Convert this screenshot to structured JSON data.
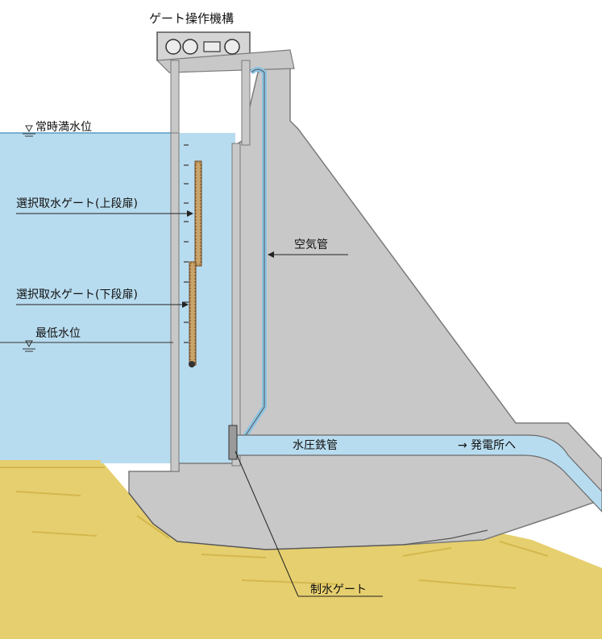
{
  "labels": {
    "gate_mechanism": "ゲート操作機構",
    "normal_water_level": "常時満水位",
    "upper_gate": "選択取水ゲート(上段扉)",
    "lower_gate": "選択取水ゲート(下段扉)",
    "min_water_level": "最低水位",
    "air_pipe": "空気管",
    "penstock": "水圧鉄管",
    "to_power_station": "→ 発電所へ",
    "control_gate": "制水ゲート"
  },
  "colors": {
    "water": "#b8dcef",
    "water_dark": "#9ccbe6",
    "concrete": "#c8c8c8",
    "concrete_edge": "#7a7a7a",
    "ground": "#e6cf6e",
    "gate_dots": "#8a5a2a",
    "line": "#222222"
  }
}
